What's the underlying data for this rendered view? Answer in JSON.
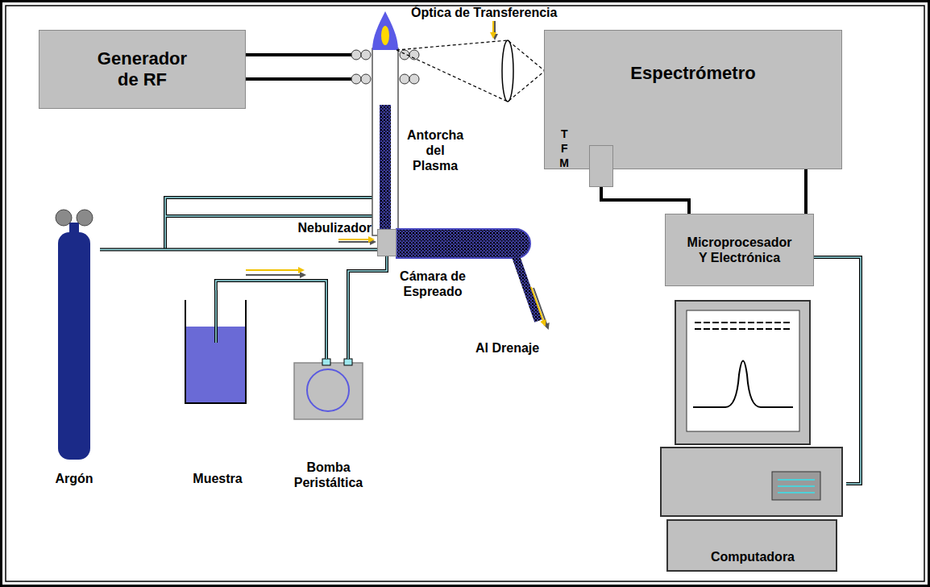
{
  "diagram": {
    "nodes": [
      {
        "text": [
          "Generador de RF"
        ]
      },
      {
        "text": [
          "Espectrómetro"
        ]
      },
      {
        "text": [
          "T F M"
        ]
      },
      {
        "text": [
          "Nebulizador"
        ]
      },
      {
        "text": [
          "Microprocesador Y Electrónica"
        ]
      },
      {
        "text": [
          "Argón"
        ]
      },
      {
        "text": [
          "Muestra"
        ]
      },
      {
        "text": [
          "Bomba Peristáltica"
        ]
      },
      {
        "text": [
          "Computadora"
        ]
      }
    ],
    "edges": [
      {
        "from": 5,
        "to": 3,
        "arrow": "none"
      },
      {
        "from": 6,
        "to": 7,
        "arrow": "none"
      },
      {
        "from": 7,
        "to": 3,
        "arrow": "none"
      },
      {
        "from": 1,
        "to": 4,
        "arrow": "none"
      },
      {
        "from": 2,
        "to": 4,
        "arrow": "none"
      },
      {
        "from": 4,
        "to": 8,
        "arrow": "none"
      }
    ],
    "labels": [
      "Óptica de Transferencia",
      "Antorcha del Plasma",
      "Cámara de Espreado",
      "Al Drenaje"
    ]
  }
}
